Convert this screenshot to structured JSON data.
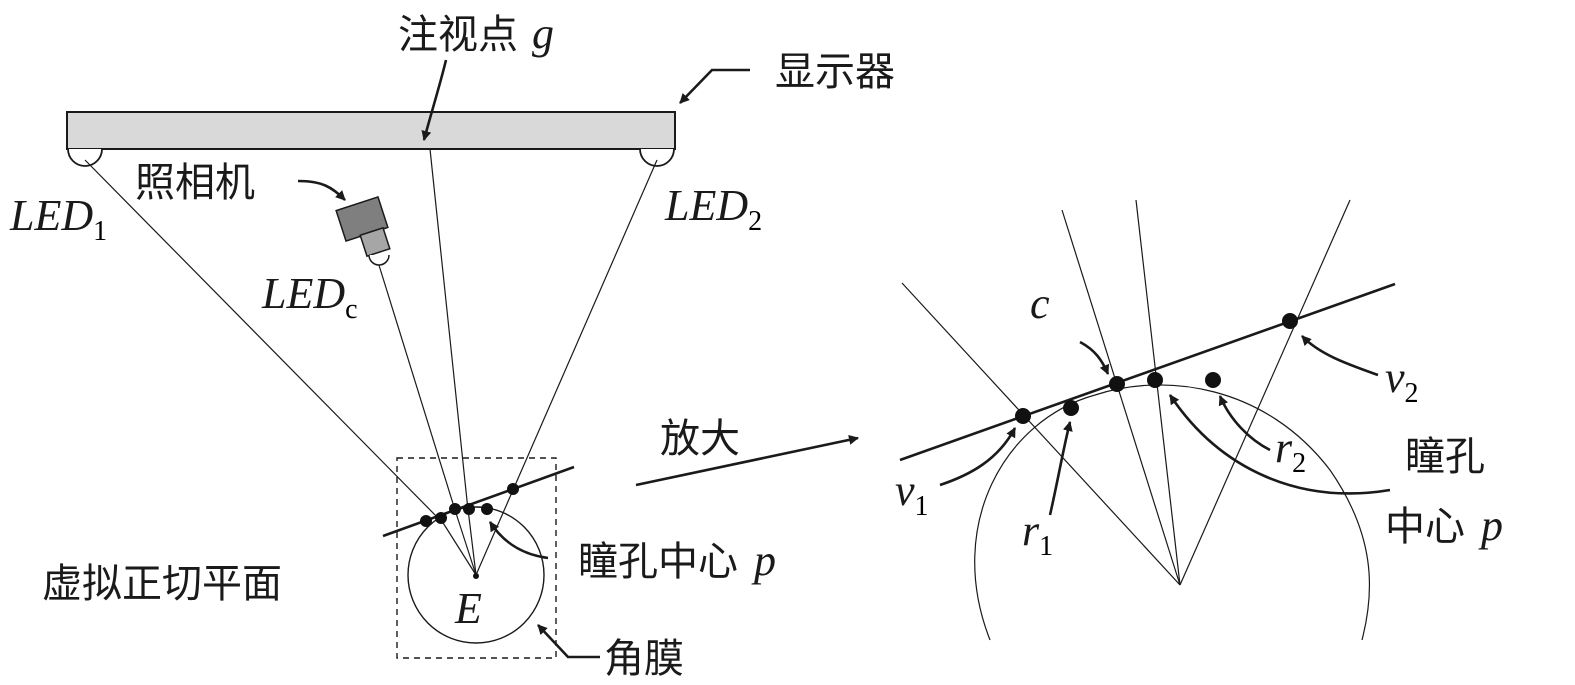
{
  "labels": {
    "gaze_point": "注视点",
    "gaze_symbol": "g",
    "monitor": "显示器",
    "camera": "照相机",
    "led_main": "LED",
    "led1_sub": "1",
    "led2_sub": "2",
    "ledc_sub": "c",
    "virtual_tangent_plane": "虚拟正切平面",
    "pupil_center_left": "瞳孔中心",
    "pupil_symbol": "p",
    "eye_center": "E",
    "cornea": "角膜",
    "magnify": "放大",
    "c_symbol": "c",
    "v_symbol": "v",
    "r_symbol": "r",
    "sub_1": "1",
    "sub_2": "2",
    "pupil_line1": "瞳孔",
    "pupil_line2": "中心"
  },
  "colors": {
    "line": "#1a1a1a",
    "monitor_fill": "#d9d9d9",
    "camera_body": "#7f7f7f",
    "camera_lens": "#a6a6a6"
  }
}
